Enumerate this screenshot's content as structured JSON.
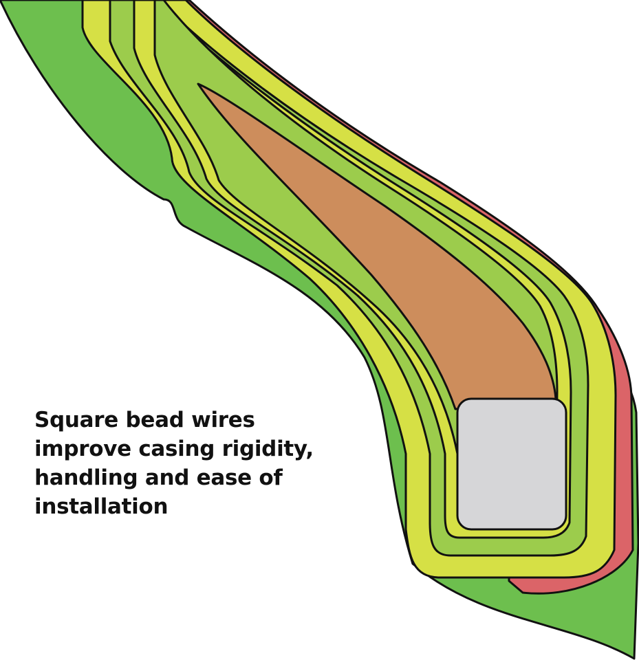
{
  "caption": {
    "line1": "Square bead wires",
    "line2": "improve casing rigidity,",
    "line3": "handling and ease of",
    "line4": "installation"
  },
  "colors": {
    "casing_green": "#6dbf4e",
    "outer_chafer_red": "#db6468",
    "ply_yellow": "#d6e045",
    "inner_ply_green": "#9ccc4c",
    "bead_filler_orange": "#cd8d5c",
    "bead_wire_gray": "#d6d6d8",
    "outline": "#111111"
  },
  "layers": [
    {
      "name": "casing",
      "color_key": "casing_green"
    },
    {
      "name": "outer-chafer",
      "color_key": "outer_chafer_red"
    },
    {
      "name": "outer-ply",
      "color_key": "ply_yellow"
    },
    {
      "name": "inner-ply",
      "color_key": "inner_ply_green"
    },
    {
      "name": "liner-ply",
      "color_key": "ply_yellow"
    },
    {
      "name": "bead-filler",
      "color_key": "bead_filler_orange"
    },
    {
      "name": "bead-wire",
      "color_key": "bead_wire_gray"
    }
  ]
}
